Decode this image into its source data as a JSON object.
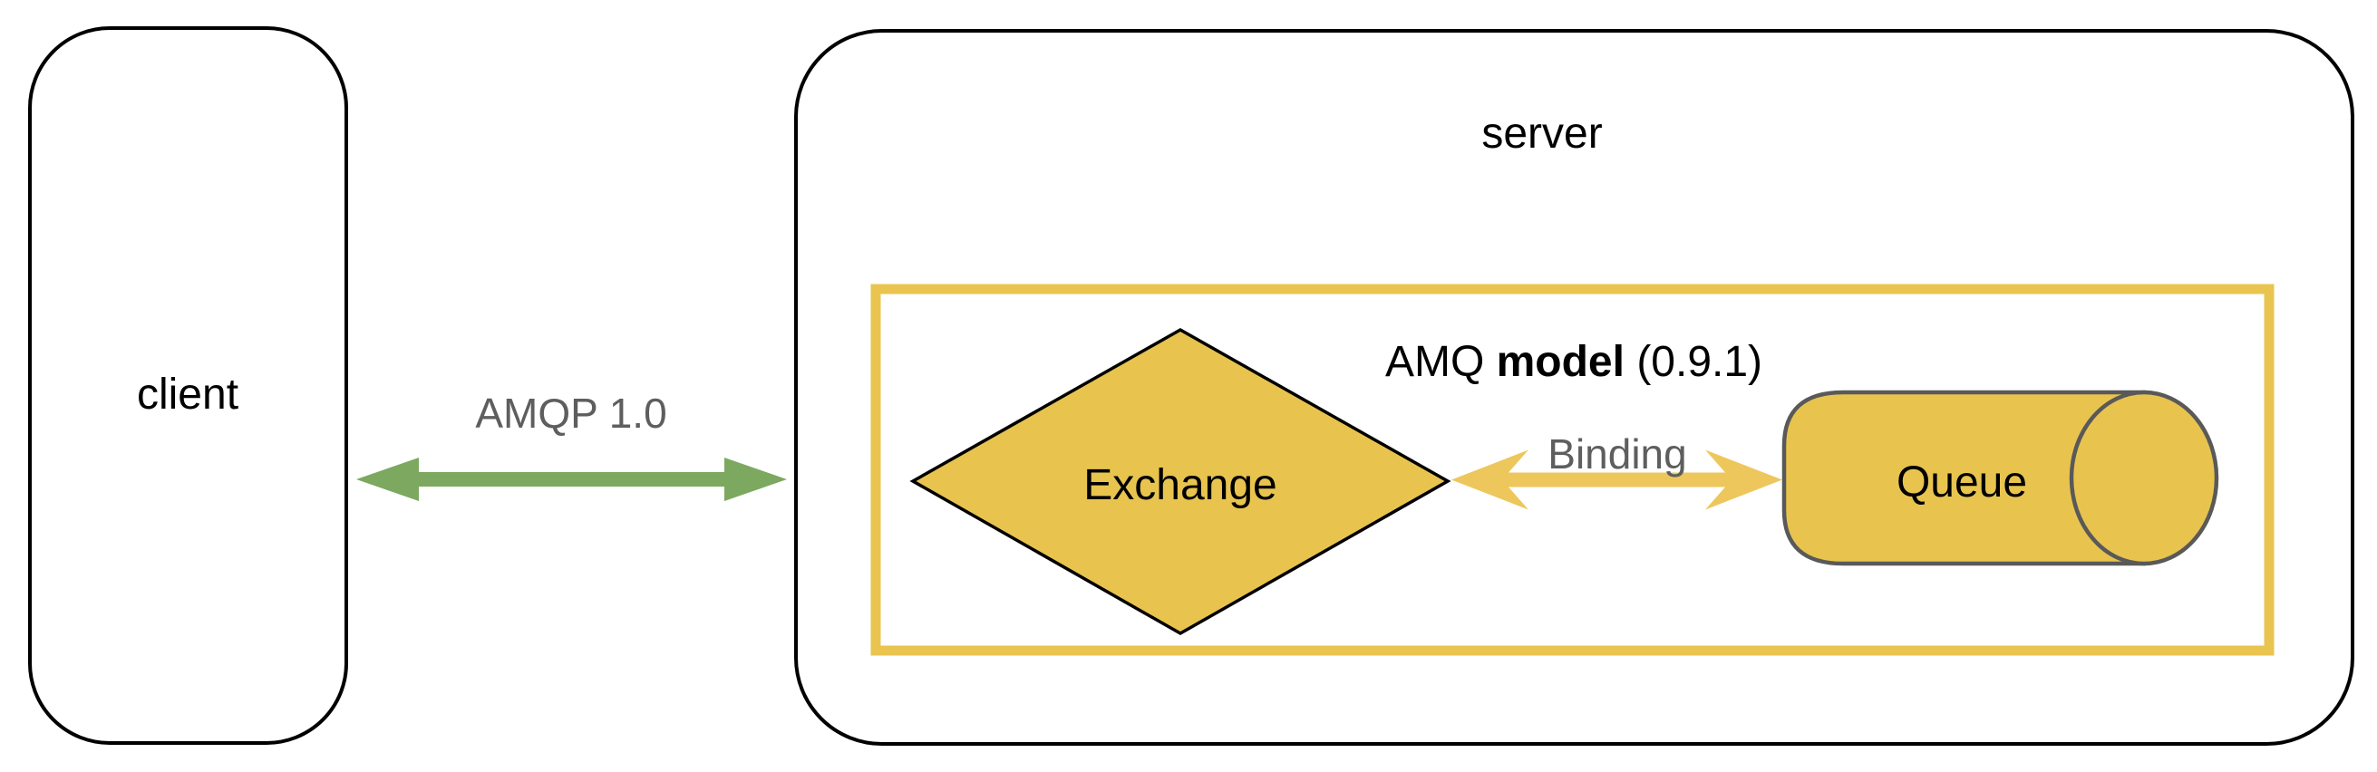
{
  "diagram": {
    "client": {
      "label": "client"
    },
    "server": {
      "label": "server"
    },
    "amqp_link": {
      "label": "AMQP 1.0"
    },
    "amq_model": {
      "title_prefix": "AMQ ",
      "title_bold": "model",
      "title_suffix": " (0.9.1)"
    },
    "exchange": {
      "label": "Exchange"
    },
    "binding": {
      "label": "Binding"
    },
    "queue": {
      "label": "Queue"
    },
    "colors": {
      "yellow": "#E8C44F",
      "yellow_border": "#E9C44F",
      "yellow_arrow": "#EDC75C",
      "green": "#7CA85F",
      "gray_text": "#5E5E5E",
      "cylinder_outline": "#595959",
      "outline_black": "#000000"
    }
  }
}
